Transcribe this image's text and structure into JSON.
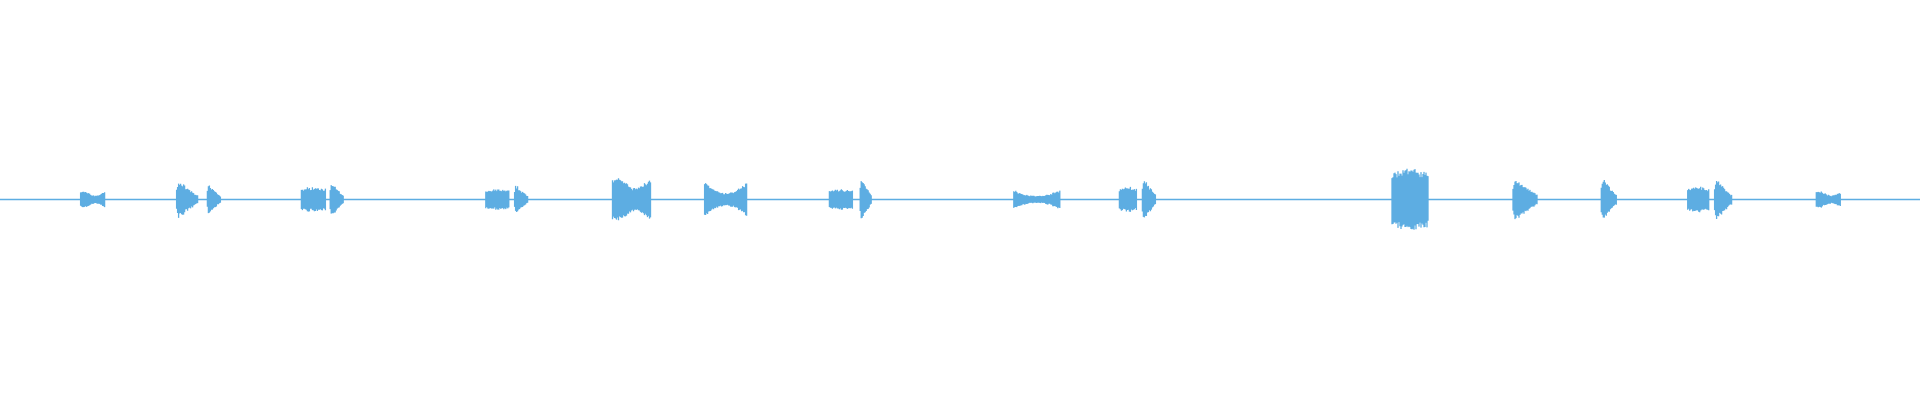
{
  "chart_data": {
    "type": "area",
    "color": "#5dade2",
    "axes_visible": false,
    "grid": false,
    "ylim": [
      -1,
      1
    ],
    "bursts": [
      {
        "start": 4.2,
        "end": 5.5,
        "amp": 0.04,
        "shape": "double"
      },
      {
        "start": 9.2,
        "end": 10.3,
        "amp": 0.09,
        "shape": "decay"
      },
      {
        "start": 10.8,
        "end": 11.5,
        "amp": 0.07,
        "shape": "decay"
      },
      {
        "start": 15.7,
        "end": 17.0,
        "amp": 0.06,
        "shape": "flat"
      },
      {
        "start": 17.2,
        "end": 17.9,
        "amp": 0.08,
        "shape": "decay"
      },
      {
        "start": 25.3,
        "end": 26.5,
        "amp": 0.05,
        "shape": "flat"
      },
      {
        "start": 26.8,
        "end": 27.5,
        "amp": 0.07,
        "shape": "decay"
      },
      {
        "start": 31.9,
        "end": 33.9,
        "amp": 0.11,
        "shape": "double"
      },
      {
        "start": 36.7,
        "end": 38.9,
        "amp": 0.09,
        "shape": "bowtie"
      },
      {
        "start": 43.2,
        "end": 44.4,
        "amp": 0.05,
        "shape": "flat"
      },
      {
        "start": 44.8,
        "end": 45.4,
        "amp": 0.1,
        "shape": "decay"
      },
      {
        "start": 52.8,
        "end": 55.2,
        "amp": 0.05,
        "shape": "bowtie"
      },
      {
        "start": 58.3,
        "end": 59.2,
        "amp": 0.06,
        "shape": "flat"
      },
      {
        "start": 59.5,
        "end": 60.2,
        "amp": 0.1,
        "shape": "decay"
      },
      {
        "start": 72.5,
        "end": 74.4,
        "amp": 0.15,
        "shape": "flat"
      },
      {
        "start": 78.8,
        "end": 80.1,
        "amp": 0.1,
        "shape": "decay"
      },
      {
        "start": 83.4,
        "end": 84.2,
        "amp": 0.1,
        "shape": "decay"
      },
      {
        "start": 87.9,
        "end": 89.0,
        "amp": 0.06,
        "shape": "flat"
      },
      {
        "start": 89.3,
        "end": 90.2,
        "amp": 0.1,
        "shape": "decay"
      },
      {
        "start": 94.6,
        "end": 95.9,
        "amp": 0.04,
        "shape": "double"
      }
    ]
  }
}
